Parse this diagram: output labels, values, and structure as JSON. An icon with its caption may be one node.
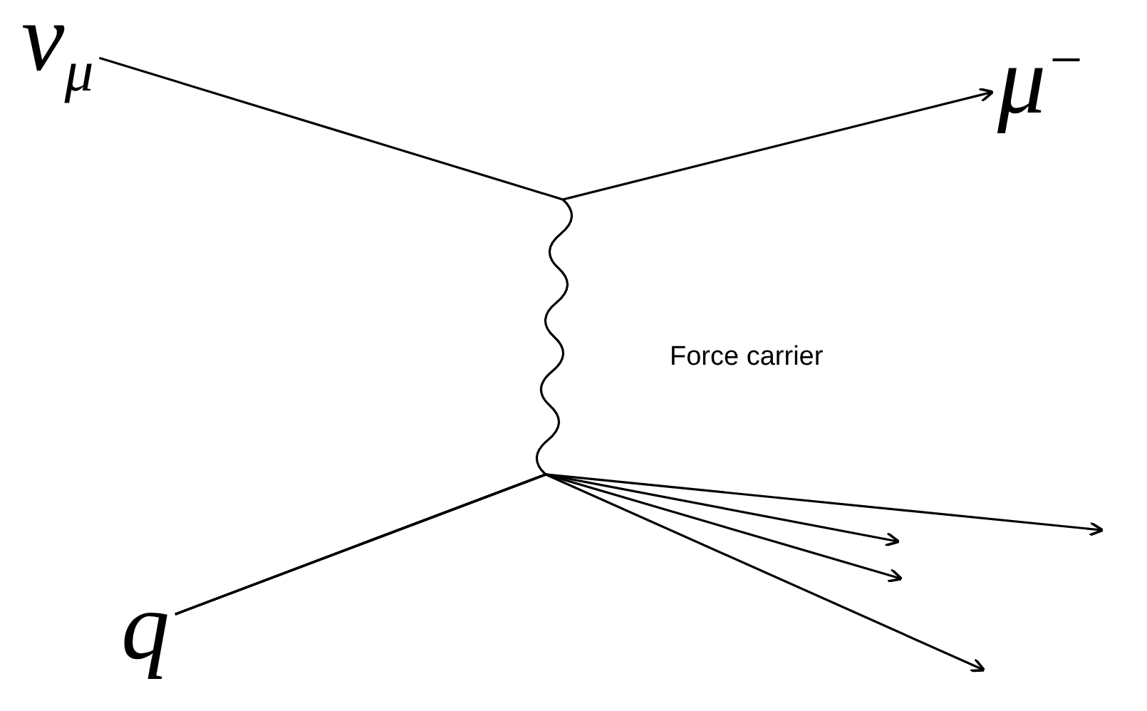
{
  "diagram": {
    "nodes": [
      {
        "text": [
          "ν$_{μ}$"
        ]
      },
      {
        "text": [
          "μ$^{−}$"
        ]
      },
      {
        "text": [
          "q"
        ]
      }
    ],
    "edges": [
      {
        "from": 0,
        "to": 1,
        "arrow": "to"
      },
      {
        "from": 2,
        "to": null,
        "arrow": "to"
      },
      {
        "from": 2,
        "to": null,
        "arrow": "to"
      },
      {
        "from": 2,
        "to": null,
        "arrow": "to"
      },
      {
        "from": 2,
        "to": null,
        "arrow": "to"
      }
    ],
    "labels": [
      "Force carrier"
    ]
  }
}
